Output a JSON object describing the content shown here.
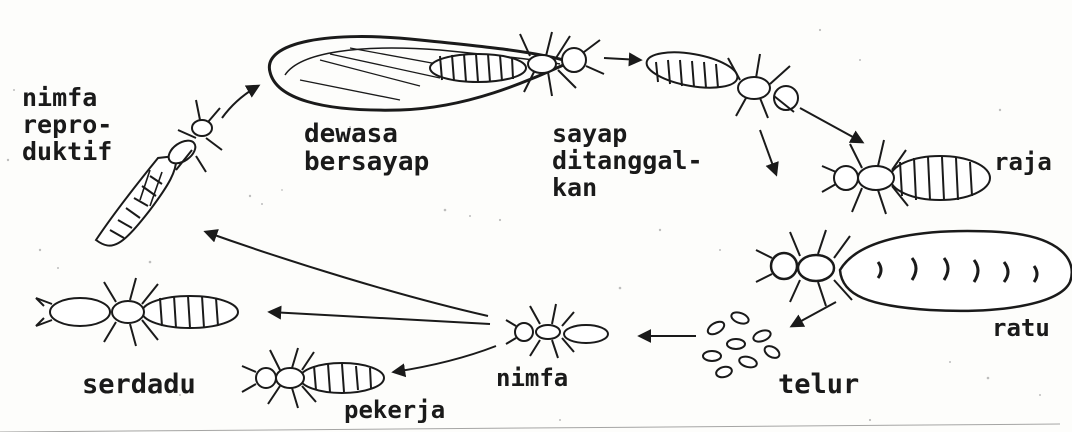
{
  "labels": {
    "reproductive_nymph": "nimfa\nrepro-\nduktif",
    "winged_adult": "dewasa\nbersayap",
    "wings_shed": "sayap\nditanggal-\nkan",
    "king": "raja",
    "queen": "ratu",
    "eggs": "telur",
    "nymph": "nimfa",
    "soldier": "serdadu",
    "worker": "pekerja"
  },
  "colors": {
    "ink": "#1a1a1a",
    "paper": "#fdfdfb"
  }
}
